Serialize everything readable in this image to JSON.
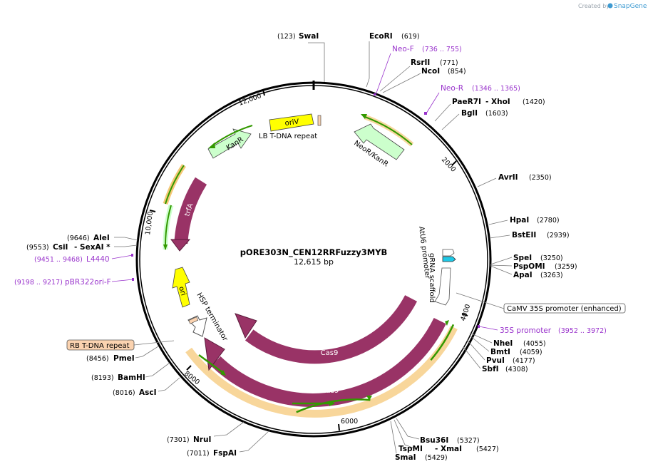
{
  "credit": {
    "prefix": "Created by",
    "brand": "SnapGene"
  },
  "plasmid": {
    "name": "pORE303N_CEN12RRFuzzy3MYB",
    "size_text": "12,615 bp",
    "length": 12615
  },
  "ticks": [
    "2000",
    "4000",
    "6000",
    "8000",
    "10,000",
    "12,000"
  ],
  "enzymes": [
    {
      "name": "SwaI",
      "pos": "(123)"
    },
    {
      "name": "EcoRI",
      "pos": "(619)"
    },
    {
      "name": "RsrII",
      "pos": "(771)"
    },
    {
      "name": "NcoI",
      "pos": "(854)"
    },
    {
      "name": "PaeR7I",
      "pos": "(1420)",
      "suffix": "- XhoI"
    },
    {
      "name": "BglI",
      "pos": "(1603)"
    },
    {
      "name": "AvrII",
      "pos": "(2350)"
    },
    {
      "name": "HpaI",
      "pos": "(2780)"
    },
    {
      "name": "BstEII",
      "pos": "(2939)"
    },
    {
      "name": "SpeI",
      "pos": "(3250)"
    },
    {
      "name": "PspOMI",
      "pos": "(3259)"
    },
    {
      "name": "ApaI",
      "pos": "(3263)"
    },
    {
      "name": "NheI",
      "pos": "(4055)"
    },
    {
      "name": "BmtI",
      "pos": "(4059)"
    },
    {
      "name": "PvuI",
      "pos": "(4177)"
    },
    {
      "name": "SbfI",
      "pos": "(4308)"
    },
    {
      "name": "Bsu36I",
      "pos": "(5327)"
    },
    {
      "name": "TspMI",
      "pos": "(5427)",
      "suffix": "- XmaI"
    },
    {
      "name": "SmaI",
      "pos": "(5429)"
    },
    {
      "name": "NruI",
      "pos": "(7301)"
    },
    {
      "name": "FspAI",
      "pos": "(7011)"
    },
    {
      "name": "AscI",
      "pos": "(8016)"
    },
    {
      "name": "BamHI",
      "pos": "(8193)"
    },
    {
      "name": "PmeI",
      "pos": "(8456)"
    },
    {
      "name": "AleI",
      "pos": "(9646)"
    },
    {
      "name": "CsiI",
      "pos": "(9553)",
      "suffix": "- SexAI *"
    }
  ],
  "primers": [
    {
      "name": "Neo-F",
      "range": "(736 .. 755)"
    },
    {
      "name": "Neo-R",
      "range": "(1346 .. 1365)"
    },
    {
      "name": "35S promoter",
      "range": "(3952 .. 3972)"
    },
    {
      "name": "L4440",
      "range": "(9451 .. 9468)"
    },
    {
      "name": "pBR322ori-F",
      "range": "(9198 .. 9217)"
    }
  ],
  "features": {
    "oriV": "oriV",
    "lb": "LB T-DNA repeat",
    "kanr": "KanR",
    "neo": "NeoR/KanR",
    "trfa": "trfA",
    "ori": "ori",
    "hsp": "HSP terminator",
    "cas9_inner": "Cas9",
    "cas9_outer": "Cas9",
    "atu6": "AtU6 promoter",
    "grna": "gRNA scaffold",
    "camv": "CaMV 35S promoter (enhanced)",
    "rb": "RB T-DNA repeat"
  },
  "colors": {
    "cas9": "#993366",
    "yellow": "#ffff00",
    "green_feature": "#ccffcc",
    "orf_arrow": "#339900",
    "orf_glow": "#f5c878",
    "primer": "#9933cc",
    "rb_fill": "#fbd3b0",
    "grna_fill": "#1ec8e6"
  }
}
